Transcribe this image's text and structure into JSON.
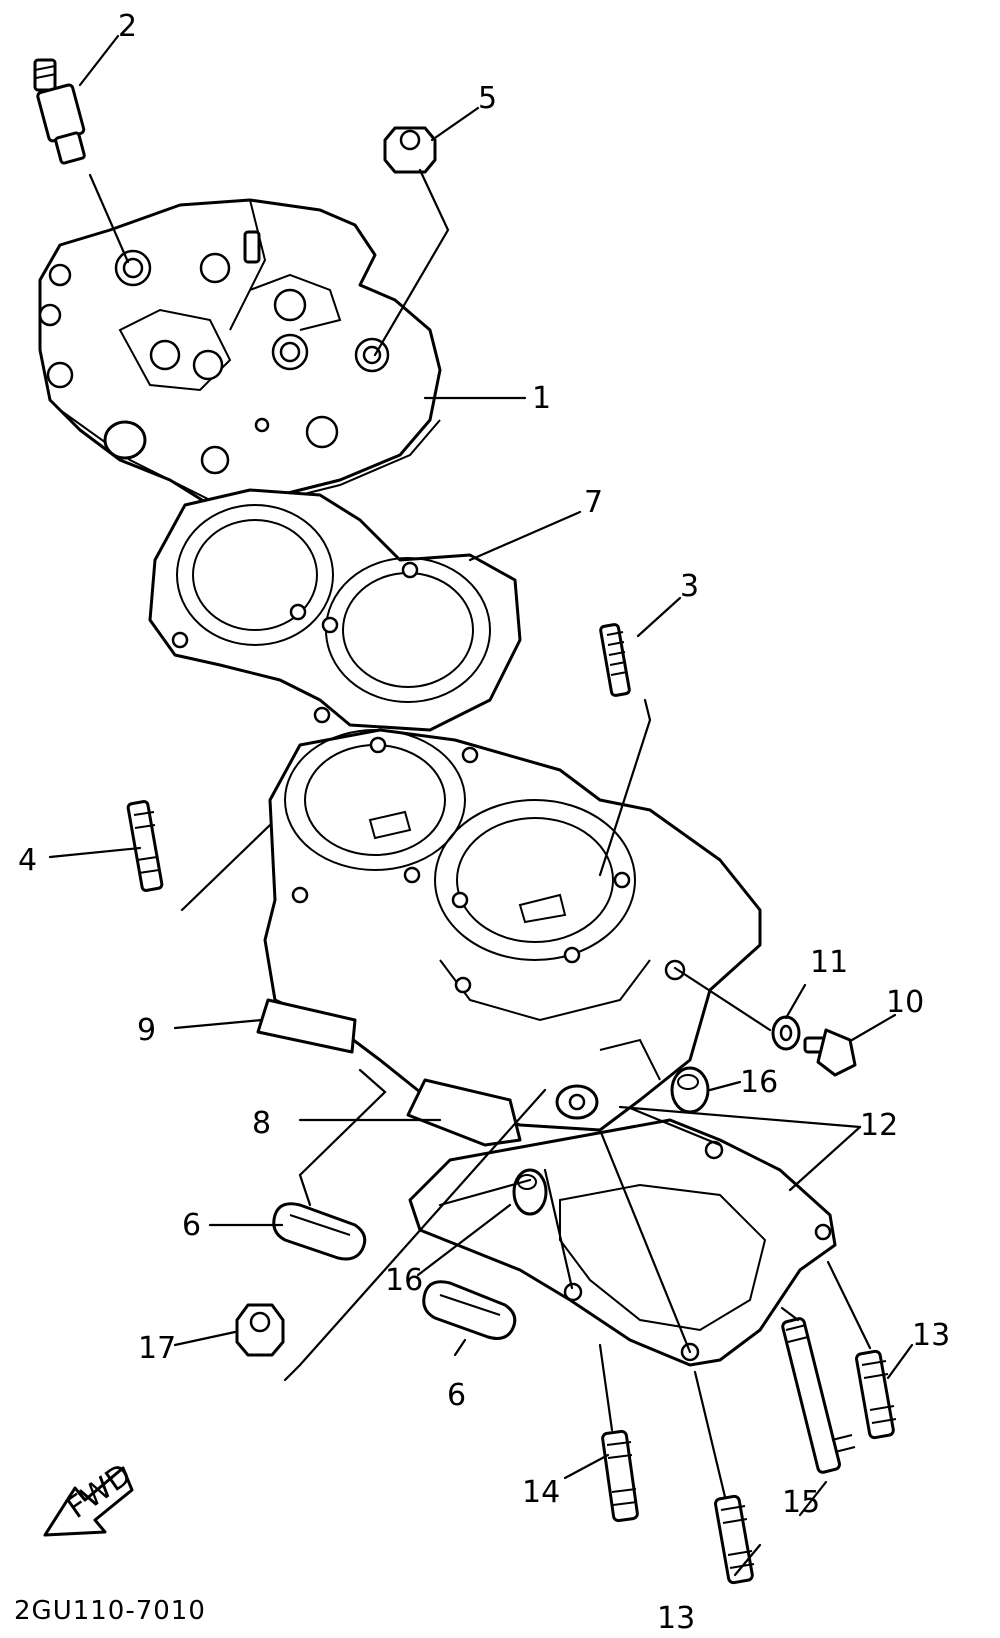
{
  "document_code": "2GU110-7010",
  "fwd_label": "FWD",
  "callouts": [
    {
      "id": "c1",
      "text": "1"
    },
    {
      "id": "c2",
      "text": "2"
    },
    {
      "id": "c3",
      "text": "3"
    },
    {
      "id": "c4",
      "text": "4"
    },
    {
      "id": "c5",
      "text": "5"
    },
    {
      "id": "c6a",
      "text": "6"
    },
    {
      "id": "c6b",
      "text": "6"
    },
    {
      "id": "c7",
      "text": "7"
    },
    {
      "id": "c8",
      "text": "8"
    },
    {
      "id": "c9",
      "text": "9"
    },
    {
      "id": "c10",
      "text": "10"
    },
    {
      "id": "c11",
      "text": "11"
    },
    {
      "id": "c12",
      "text": "12"
    },
    {
      "id": "c13a",
      "text": "13"
    },
    {
      "id": "c13b",
      "text": "13"
    },
    {
      "id": "c14",
      "text": "14"
    },
    {
      "id": "c15",
      "text": "15"
    },
    {
      "id": "c16a",
      "text": "16"
    },
    {
      "id": "c16b",
      "text": "16"
    },
    {
      "id": "c17",
      "text": "17"
    }
  ]
}
